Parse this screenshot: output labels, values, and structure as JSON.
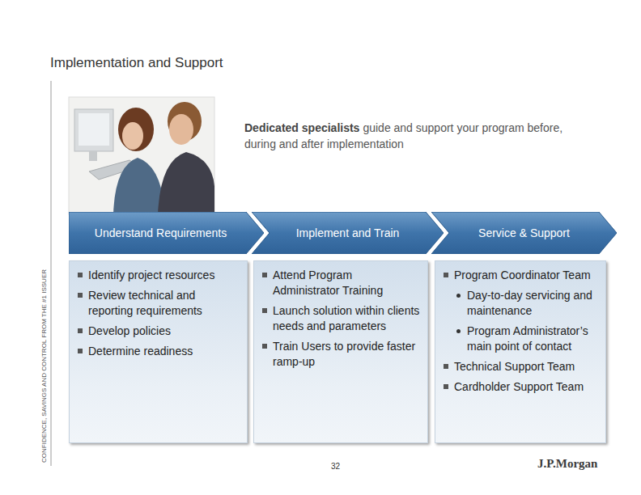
{
  "diagram": {
    "title": "Implementation and Support",
    "nodes": [
      {
        "text": [
          "Understand Requirements"
        ]
      },
      {
        "text": [
          "Implement and Train"
        ]
      },
      {
        "text": [
          "Service & Support"
        ]
      },
      {
        "text": [
          "Identify project resources",
          "Review technical and reporting requirements",
          "Develop policies",
          "Determine readiness"
        ]
      },
      {
        "text": [
          "Attend Program Administrator Training",
          "Launch solution within clients needs and parameters",
          "Train Users to provide faster ramp-up"
        ]
      },
      {
        "text": [
          "Program Coordinator Team",
          "Day-to-day servicing and maintenance",
          "Program Administrator’s main point of contact",
          "Technical Support Team",
          "Cardholder Support Team"
        ]
      }
    ],
    "labels": [
      "Dedicated specialists",
      "guide and support your program before, during and after implementation",
      "CONFIDENCE, SAVINGS AND CONTROL FROM THE #1 ISSUER",
      "32",
      "J.P.Morgan"
    ]
  }
}
